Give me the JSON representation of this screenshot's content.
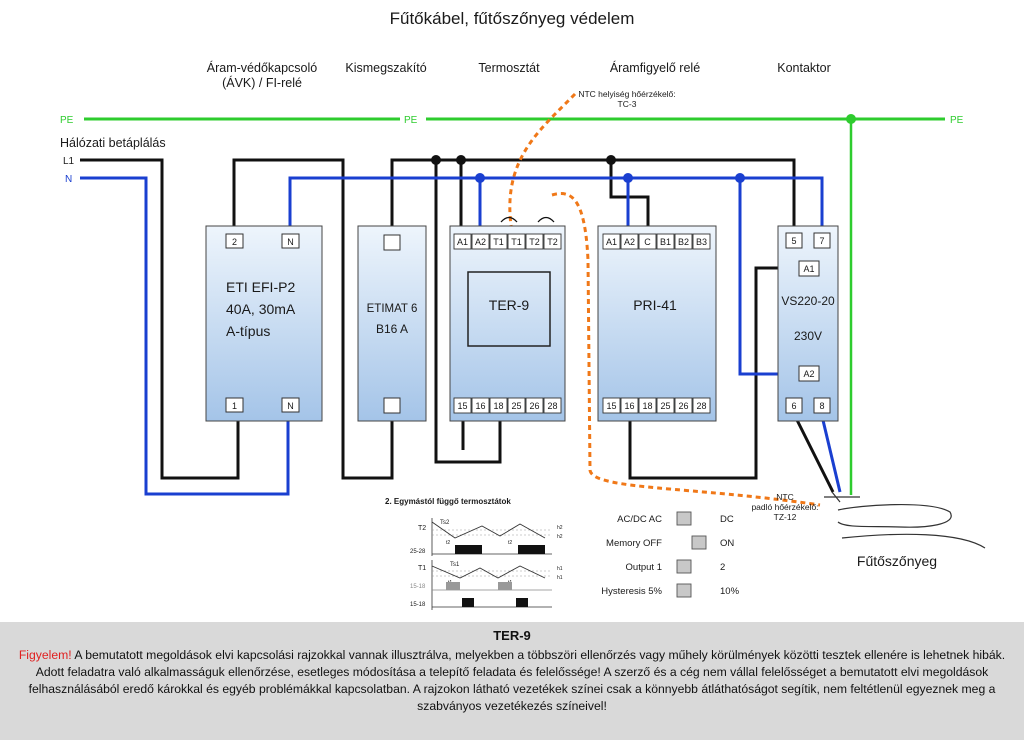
{
  "title": "Fűtőkábel, fűtőszőnyeg védelem",
  "column_labels": {
    "avk_line1": "Áram-védőkapcsoló",
    "avk_line2": "(ÁVK) / FI-relé",
    "mcb": "Kismegszakító",
    "thermostat": "Termosztát",
    "current_relay": "Áramfigyelő relé",
    "contactor": "Kontaktor"
  },
  "pe_label": "PE",
  "supply": {
    "label": "Hálózati betáplálás",
    "l1": "L1",
    "n": "N"
  },
  "ntc_room": {
    "line1": "NTC helyiség hőérzékelő:",
    "line2": "TC-3"
  },
  "ntc_floor": {
    "line1": "NTC",
    "line2": "padló hőérzékelő:",
    "line2b": "TZ-12"
  },
  "heating_mat": "Fűtőszőnyeg",
  "devices": {
    "efi": {
      "line1": "ETI EFI-P2",
      "line2": "40A, 30mA",
      "line3": "A-típus",
      "top_terminals": [
        "2",
        "N"
      ],
      "bottom_terminals": [
        "1",
        "N"
      ]
    },
    "mcb": {
      "line1": "ETIMAT 6",
      "line2": "B16 A"
    },
    "ter": {
      "name": "TER-9",
      "top_terminals": [
        "A1",
        "A2",
        "T1",
        "T1",
        "T2",
        "T2"
      ],
      "bottom_terminals": [
        "15",
        "16",
        "18",
        "25",
        "26",
        "28"
      ]
    },
    "pri": {
      "name": "PRI-41",
      "top_terminals": [
        "A1",
        "A2",
        "C",
        "B1",
        "B2",
        "B3"
      ],
      "bottom_terminals": [
        "15",
        "16",
        "18",
        "25",
        "26",
        "28"
      ]
    },
    "vs": {
      "line1": "VS220-20",
      "line2": "230V",
      "top_terminals": [
        "5",
        "7"
      ],
      "a1": "A1",
      "a2": "A2",
      "bottom_terminals": [
        "6",
        "8"
      ]
    }
  },
  "timing": {
    "title": "2. Egymástól függő termosztátok",
    "labels": {
      "t2": "T2",
      "ts2": "Ts2",
      "r2528": "25-28",
      "t1": "T1",
      "ts1": "Ts1",
      "r1518a": "15-18",
      "r1518b": "15-18"
    },
    "small": {
      "h2": "h2",
      "h2b": "h2",
      "h1": "h1",
      "h1b": "h1",
      "t1a": "t1",
      "t1b": "t1",
      "t2a": "t2",
      "t2b": "t2"
    }
  },
  "switches": [
    {
      "left": "AC/DC AC",
      "right": "DC",
      "position": "left"
    },
    {
      "left": "Memory OFF",
      "right": "ON",
      "position": "right"
    },
    {
      "left": "Output 1",
      "right": "2",
      "position": "left"
    },
    {
      "left": "Hysteresis 5%",
      "right": "10%",
      "position": "left"
    }
  ],
  "footer": {
    "title": "TER-9",
    "warning_word": "Figyelem!",
    "text": " A bemutatott megoldások elvi kapcsolási rajzokkal vannak illusztrálva, melyekben a többszöri ellenőrzés vagy műhely körülmények közötti tesztek ellenére is lehetnek hibák. Adott feladatra való alkalmasságuk ellenőrzése, esetleges módosítása a telepítő feladata és felelőssége! A szerző és a cég nem vállal felelősséget a bemutatott elvi megoldások felhasználásából eredő károkkal és egyéb problémákkal kapcsolatban. A rajzokon látható vezetékek színei csak a könnyebb átláthatóságot segítik, nem feltétlenül egyeznek meg a szabványos vezetékezés színeivel!"
  },
  "colors": {
    "pe": "#2ecc2e",
    "neutral": "#1a3fd0",
    "phase": "#111111",
    "sensor": "#f07818",
    "device_fill_top": "#e9f2fb",
    "device_fill_bottom": "#9fc0e6",
    "warning": "#e02020",
    "footer_bg": "#d9d9d9"
  }
}
